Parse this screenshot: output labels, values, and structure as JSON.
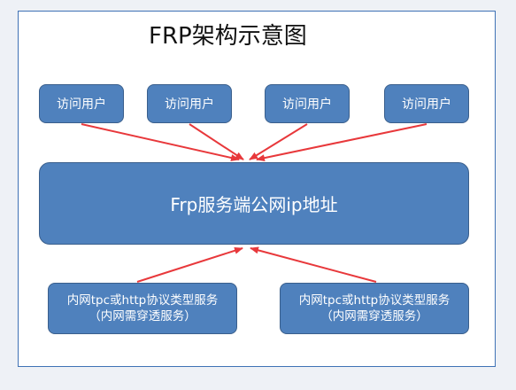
{
  "title": "FRP架构示意图",
  "users": [
    {
      "label": "访问用户"
    },
    {
      "label": "访问用户"
    },
    {
      "label": "访问用户"
    },
    {
      "label": "访问用户"
    }
  ],
  "server": {
    "label": "Frp服务端公网ip地址"
  },
  "services": [
    {
      "line1": "内网tpc或http协议类型服务",
      "line2": "（内网需穿透服务）"
    },
    {
      "line1": "内网tpc或http协议类型服务",
      "line2": "（内网需穿透服务）"
    }
  ],
  "colors": {
    "box_fill": "#4f81bd",
    "box_border": "#3a5f8c",
    "arrow": "#e8383b",
    "frame_border": "#3f72b5"
  }
}
